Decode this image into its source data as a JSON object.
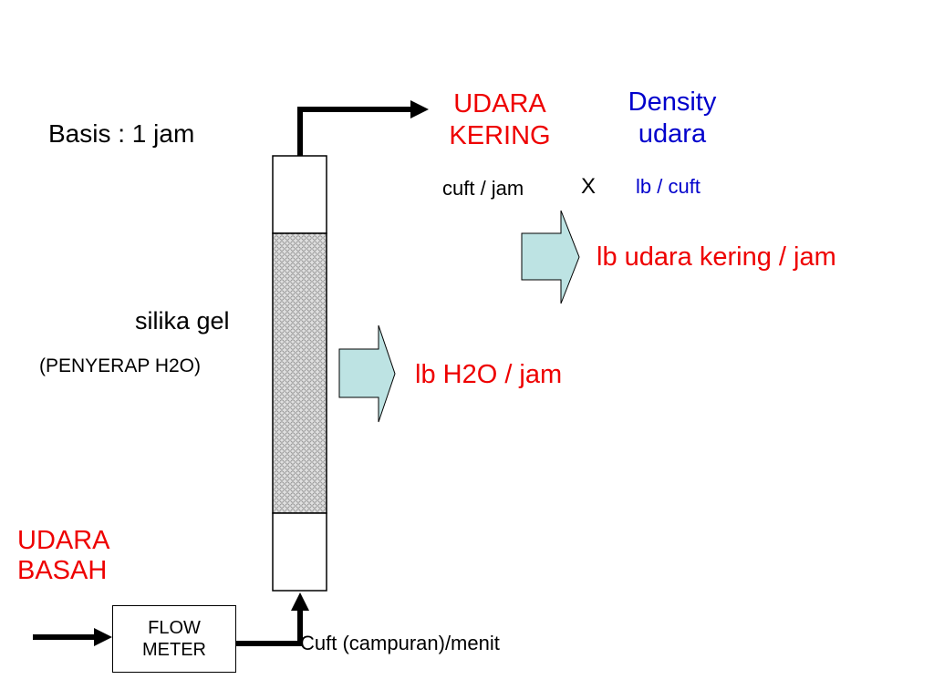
{
  "basis": "Basis :  1 jam",
  "silica": {
    "label": "silika gel",
    "sublabel": "(PENYERAP H2O)"
  },
  "inlet": {
    "line1": "UDARA",
    "line2": "BASAH"
  },
  "flow_meter": {
    "line1": "FLOW",
    "line2": "METER"
  },
  "flow_unit": "Cuft (campuran)/menit",
  "outlet": {
    "line1": "UDARA",
    "line2": "KERING",
    "unit": "cuft / jam"
  },
  "multiply": "X",
  "density": {
    "line1": "Density",
    "line2": "udara",
    "unit": "lb / cuft"
  },
  "result_dry_air": "lb udara kering / jam",
  "result_water": "lb H2O / jam",
  "colors": {
    "red": "#ee0000",
    "blue": "#0000cc",
    "arrow_fill": "#bde3e3"
  }
}
